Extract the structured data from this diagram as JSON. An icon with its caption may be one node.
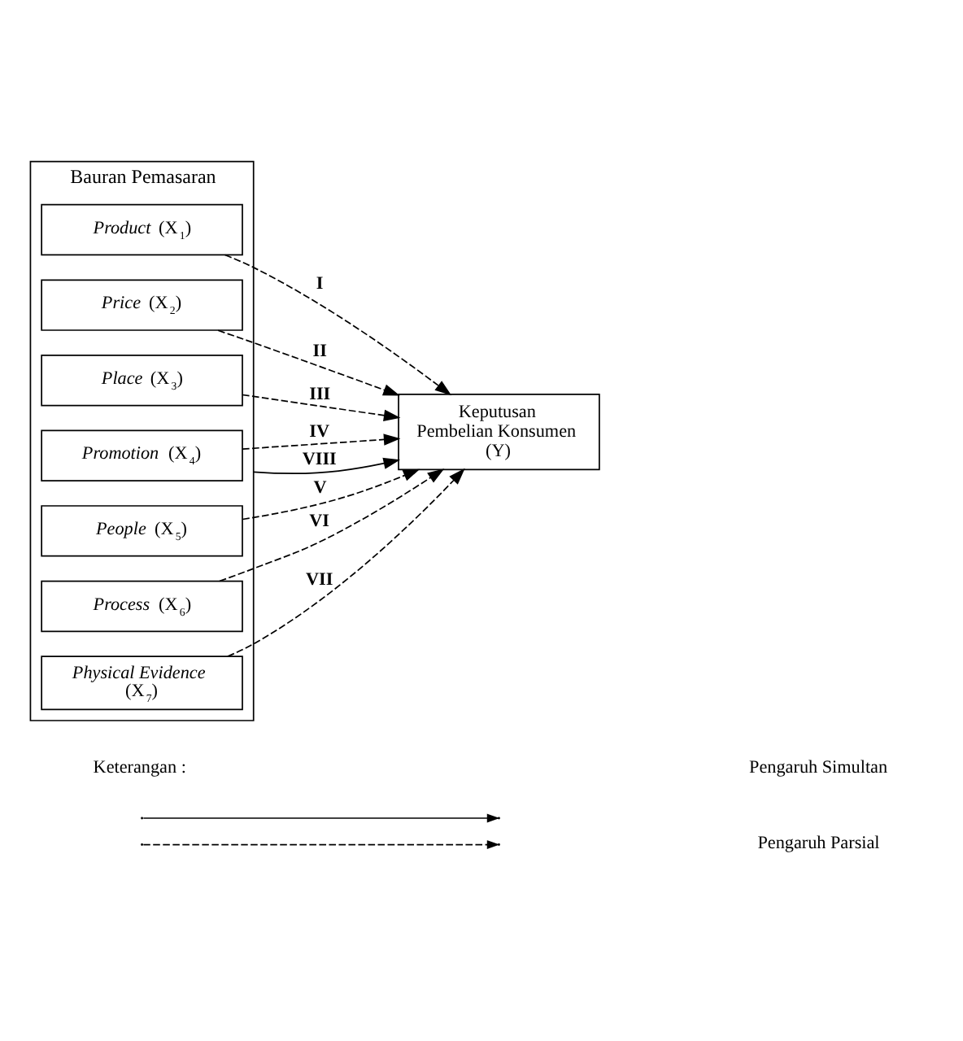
{
  "diagram": {
    "nodes": [
      {
        "text": [
          "Bauran Pemasaran"
        ]
      },
      {
        "text": [
          "*Product* (X$_{1}$)"
        ],
        "in": 0
      },
      {
        "text": [
          "*Price* (X$_{2}$)"
        ],
        "in": 0
      },
      {
        "text": [
          "*Place* (X$_{3}$)"
        ],
        "in": 0
      },
      {
        "text": [
          "*Promotion* (X$_{4}$)"
        ],
        "in": 0
      },
      {
        "text": [
          "*People* (X$_{5}$)"
        ],
        "in": 0
      },
      {
        "text": [
          "*Process* (X$_{6}$)"
        ],
        "in": 0
      },
      {
        "text": [
          "*Physical Evidence* (X$_{7}$)"
        ],
        "in": 0
      },
      {
        "text": [
          "Keputusan Pembelian Konsumen (Y)"
        ]
      }
    ],
    "edges": [
      {
        "from": 1,
        "to": 8,
        "arrow": "to",
        "style": "dashed",
        "label": "I"
      },
      {
        "from": 2,
        "to": 8,
        "arrow": "to",
        "style": "dashed",
        "label": "II"
      },
      {
        "from": 3,
        "to": 8,
        "arrow": "to",
        "style": "dashed",
        "label": "III"
      },
      {
        "from": 4,
        "to": 8,
        "arrow": "to",
        "style": "dashed",
        "label": "IV"
      },
      {
        "from": 5,
        "to": 8,
        "arrow": "to",
        "style": "dashed",
        "label": "V"
      },
      {
        "from": 6,
        "to": 8,
        "arrow": "to",
        "style": "dashed",
        "label": "VI"
      },
      {
        "from": 7,
        "to": 8,
        "arrow": "to",
        "style": "dashed",
        "label": "VII"
      },
      {
        "from": 0,
        "to": 8,
        "arrow": "to",
        "label": "VIII"
      }
    ],
    "labels": [
      "Keterangan :"
    ],
    "legend": [
      {
        "text": "Pengaruh Simultan"
      },
      {
        "text": "Pengaruh Parsial"
      }
    ]
  }
}
